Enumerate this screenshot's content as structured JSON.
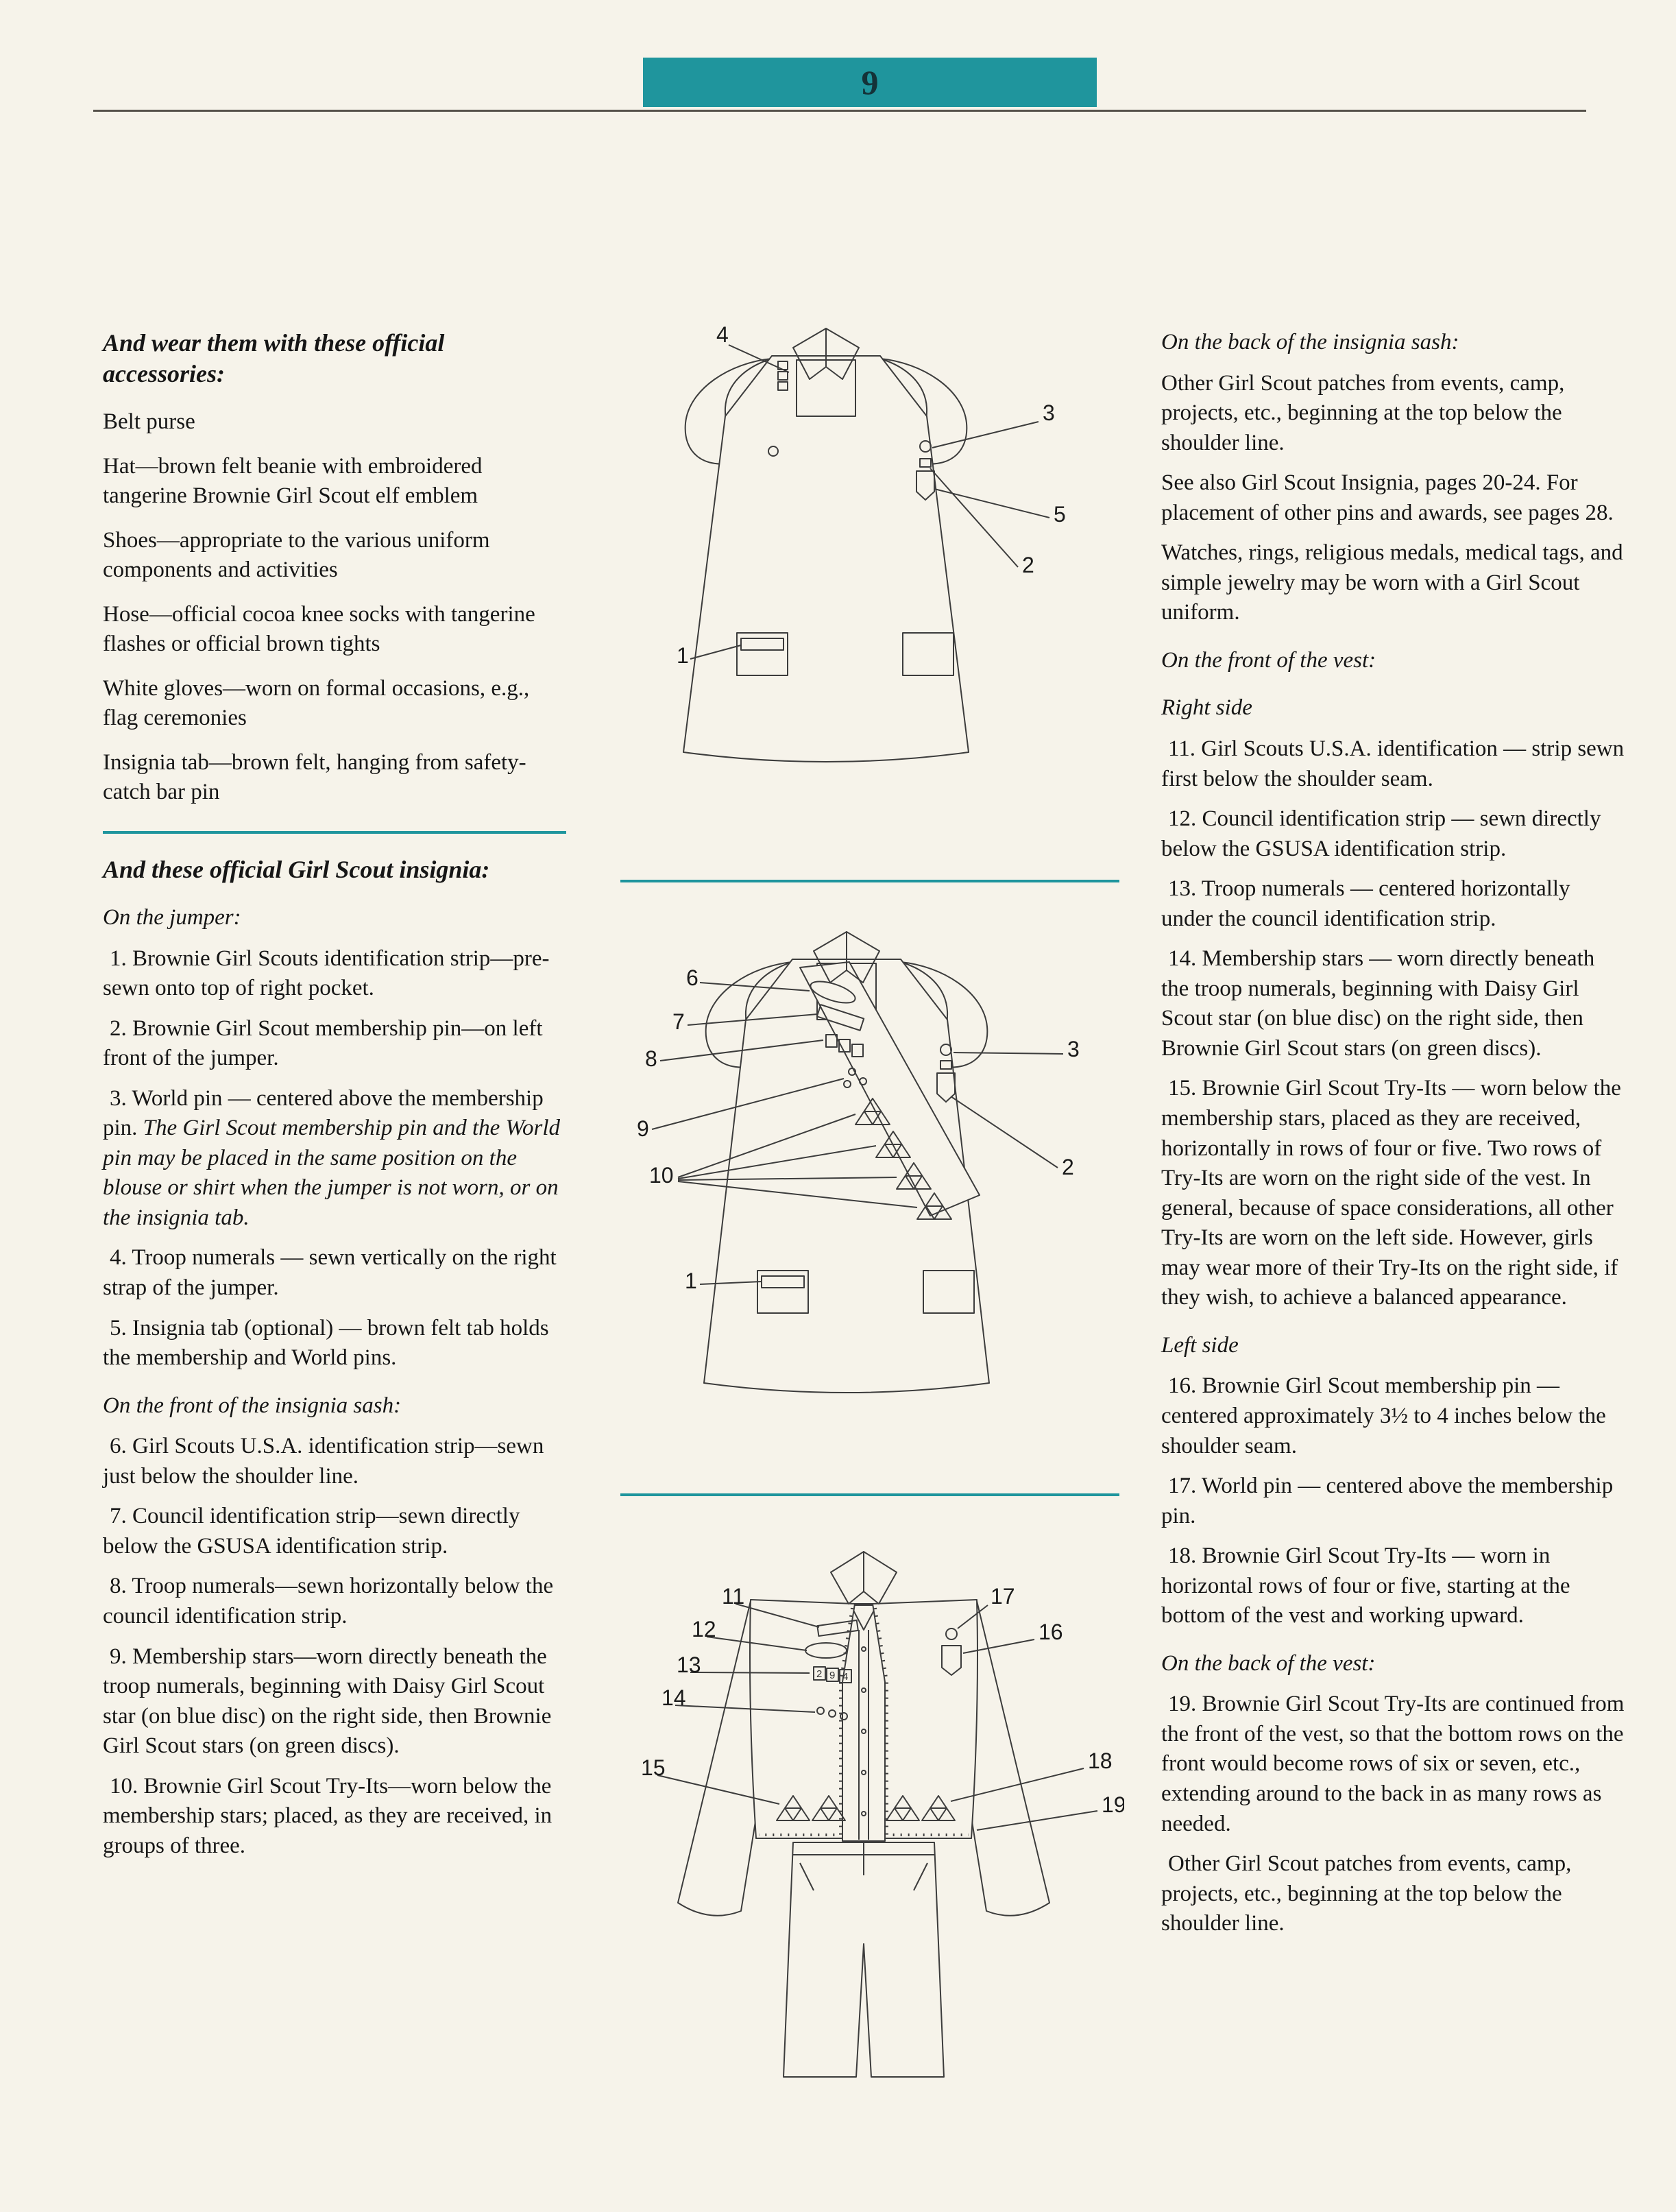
{
  "page_number": "9",
  "left": {
    "accessories_heading": "And wear them with these official accessories:",
    "accessories": [
      "Belt purse",
      "Hat—brown felt beanie with embroidered tangerine Brownie Girl Scout elf emblem",
      "Shoes—appropriate to the various uniform components and activities",
      "Hose—official cocoa knee socks with tangerine flashes or official brown tights",
      "White gloves—worn on formal occasions, e.g., flag ceremonies",
      "Insignia tab—brown felt, hanging from safety-catch bar pin"
    ],
    "insignia_heading": "And these official Girl Scout insignia:",
    "jumper_heading": "On the jumper:",
    "jumper_items": [
      {
        "text": "1. Brownie Girl Scouts identification strip—pre-sewn onto top of right pocket."
      },
      {
        "text": "2. Brownie Girl Scout membership pin—on left front of the jumper."
      },
      {
        "text": "3. World pin — centered above the membership pin.",
        "note": " The Girl Scout membership pin and the World pin may be placed in the same position on the blouse or shirt when the jumper is not worn, or on the insignia tab."
      },
      {
        "text": "4. Troop numerals — sewn vertically on the right strap of the jumper."
      },
      {
        "text": "5. Insignia tab (optional) — brown felt tab holds the membership and World pins."
      }
    ],
    "sash_heading": "On the front of the insignia sash:",
    "sash_items": [
      {
        "text": "6. Girl Scouts U.S.A. identification strip—sewn just below the shoulder line."
      },
      {
        "text": "7. Council identification strip—sewn directly below the GSUSA identification strip."
      },
      {
        "text": "8. Troop numerals—sewn horizontally below the council identification strip."
      },
      {
        "text": "9. Membership stars—worn directly beneath the troop numerals, beginning with Daisy Girl Scout star (on blue disc) on the right side, then Brownie Girl Scout stars (on green discs)."
      },
      {
        "text": "10. Brownie Girl Scout Try-Its—worn below the membership stars; placed, as they are received, in groups of three."
      }
    ]
  },
  "right": {
    "sash_back_heading": "On the back of the insignia sash:",
    "sash_back_paras": [
      {
        "text": "Other Girl Scout patches from events, camp, projects, etc., beginning at the top below the shoulder line."
      },
      {
        "text": "See also Girl Scout Insignia, pages 20-24. For placement of other pins and awards, see pages 28."
      },
      {
        "text": "Watches, rings, religious medals, medical tags, and simple jewelry may be worn with a Girl Scout uniform."
      }
    ],
    "vest_front_heading": "On the front of the vest:",
    "right_side_label": "Right side",
    "vest_right_items": [
      {
        "text": "11. Girl Scouts U.S.A. identification — strip sewn first below the shoulder seam."
      },
      {
        "text": "12. Council identification strip — sewn directly below the GSUSA identification strip."
      },
      {
        "text": "13. Troop numerals — centered horizontally under the council identification strip."
      },
      {
        "text": "14. Membership stars — worn directly beneath the troop numerals, beginning with Daisy Girl Scout star (on blue disc) on the right side, then Brownie Girl Scout stars (on green discs)."
      },
      {
        "text": "15. Brownie Girl Scout Try-Its — worn below the membership stars, placed as they are received, horizontally in rows of four or five. Two rows of Try-Its are worn on the right side of the vest. In general, because of space considerations, all other Try-Its are worn on the left side. However, girls may wear more of their Try-Its on the right side, if they wish, to achieve a balanced appearance."
      }
    ],
    "left_side_label": "Left side",
    "vest_left_items": [
      {
        "text": "16. Brownie Girl Scout membership pin — centered approximately 3½ to 4 inches below the shoulder seam."
      },
      {
        "text": "17. World pin — centered above the membership pin."
      },
      {
        "text": "18. Brownie Girl Scout Try-Its — worn in horizontal rows of four or five, starting at the bottom of the vest and working upward."
      }
    ],
    "vest_back_heading": "On the back of the vest:",
    "vest_back_paras": [
      {
        "text": "19. Brownie Girl Scout Try-Its are continued from the front of the vest, so that the bottom rows on the front would become rows of six or seven, etc., extending around to the back in as many rows as needed."
      },
      {
        "text": "Other Girl Scout patches from events, camp, projects, etc., beginning at the top below the shoulder line."
      }
    ]
  },
  "figures": {
    "jumper": {
      "callouts": [
        "4",
        "3",
        "5",
        "2",
        "1"
      ]
    },
    "sash": {
      "callouts": [
        "6",
        "7",
        "8",
        "9",
        "10",
        "3",
        "2",
        "1"
      ]
    },
    "vest": {
      "callouts": [
        "11",
        "12",
        "13",
        "14",
        "15",
        "17",
        "16",
        "18",
        "19"
      ],
      "numerals": [
        "2",
        "9",
        "4"
      ]
    }
  }
}
